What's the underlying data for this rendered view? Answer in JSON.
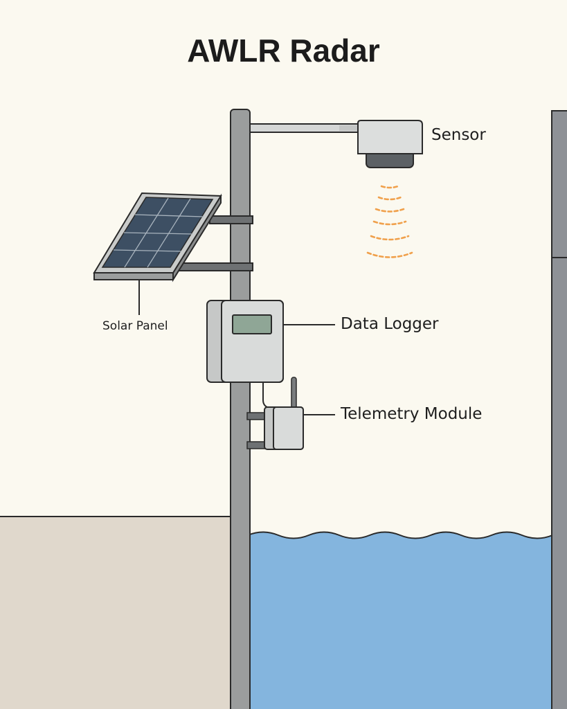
{
  "title": "AWLR Radar",
  "components": {
    "sensor": {
      "label": "Sensor",
      "icon": "radar-sensor-icon"
    },
    "data_logger": {
      "label": "Data Logger",
      "icon": "data-logger-box-icon"
    },
    "telemetry_module": {
      "label": "Telemetry Module",
      "icon": "antenna-module-icon"
    },
    "solar_panel": {
      "label": "Solar Panel",
      "icon": "solar-panel-icon"
    }
  },
  "colors": {
    "background": "#fbf9f0",
    "water": "#84b5de",
    "ground": "#e0d8cc",
    "pole": "#9b9d9d",
    "radar_waves": "#f0a04b",
    "solar_cells": "#3d4f63"
  }
}
